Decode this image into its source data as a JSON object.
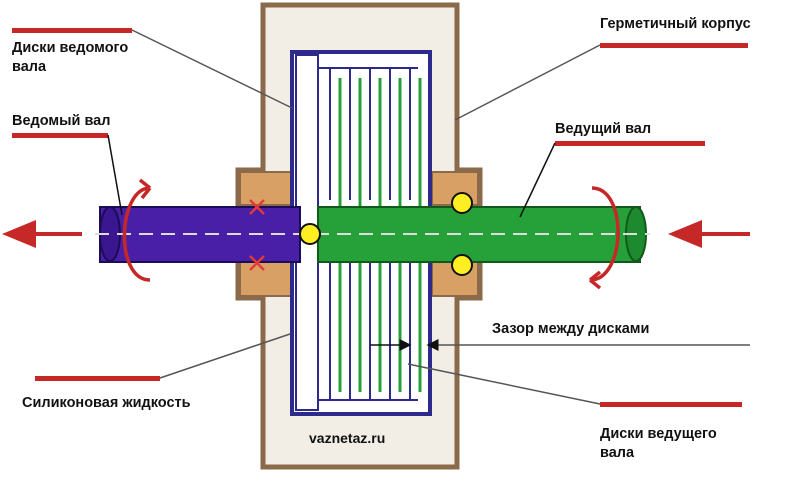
{
  "labels": {
    "driven_discs": [
      "Диски ведомого",
      "вала"
    ],
    "driven_shaft": "Ведомый вал",
    "housing": "Герметичный корпус",
    "drive_shaft": "Ведущий вал",
    "gap": "Зазор между дисками",
    "silicone": "Силиконовая жидкость",
    "drive_discs": [
      "Диски ведущего",
      "вала"
    ]
  },
  "watermark": "vaznetaz.ru",
  "colors": {
    "housing_fill": "#f2eee6",
    "housing_stroke": "#8a6a4a",
    "seal_fill": "#d9a066",
    "driven_shaft": "#4a1fa8",
    "drive_shaft": "#26a13a",
    "bearing": "#ffee22",
    "leader_line": "#c62828",
    "arrow": "#c62828",
    "seal_mark": "#e53935"
  },
  "icons": [
    "rotation-arrow-icon",
    "direction-arrow-icon",
    "bearing-ball-icon"
  ]
}
